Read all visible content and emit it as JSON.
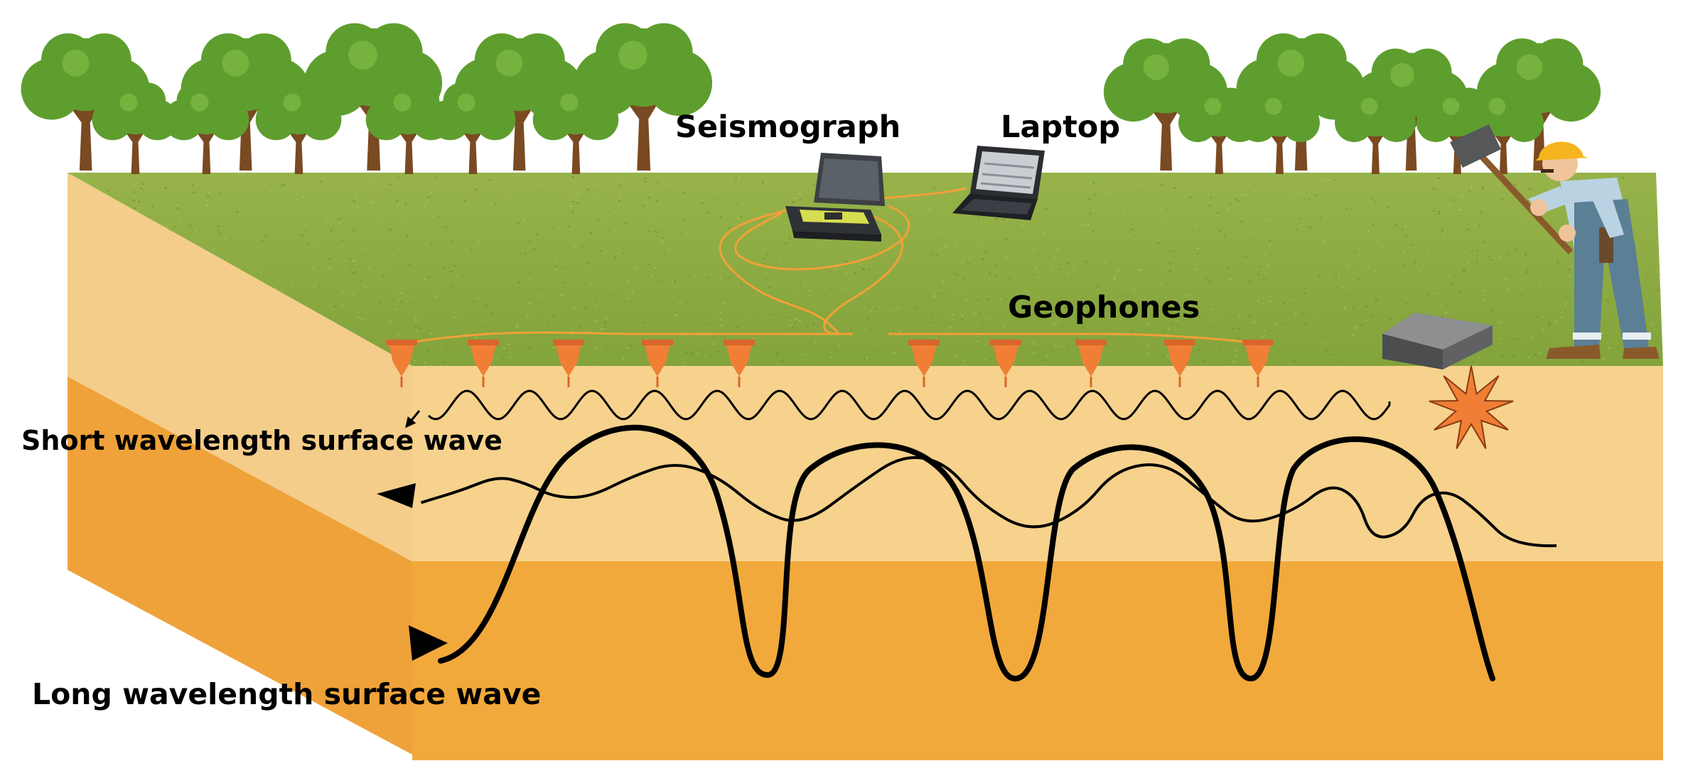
{
  "labels": {
    "seismograph": "Seismograph",
    "laptop": "Laptop",
    "geophones": "Geophones",
    "short_wave": "Short wavelength surface wave",
    "long_wave": "Long wavelength surface wave"
  },
  "colors": {
    "grass": "#8dab42",
    "grass_dark": "#6f8f2e",
    "upper_layer": "#f6d28c",
    "lower_layer": "#f2a93b",
    "side_upper": "#f4cd8a",
    "side_lower": "#efa23a",
    "geophone": "#f07f35",
    "cable": "#f2a137",
    "explosion": "#f07f35",
    "tree_leaf": "#5e9e2e",
    "tree_trunk": "#7a4a22",
    "plate": "#6f6f6f",
    "helmet": "#f5b51e",
    "overalls": "#5b7f95"
  },
  "icons": [
    "tree-icon",
    "seismograph-icon",
    "laptop-icon",
    "geophone-icon",
    "source-plate-icon",
    "explosion-icon",
    "worker-icon",
    "sledgehammer-icon"
  ]
}
